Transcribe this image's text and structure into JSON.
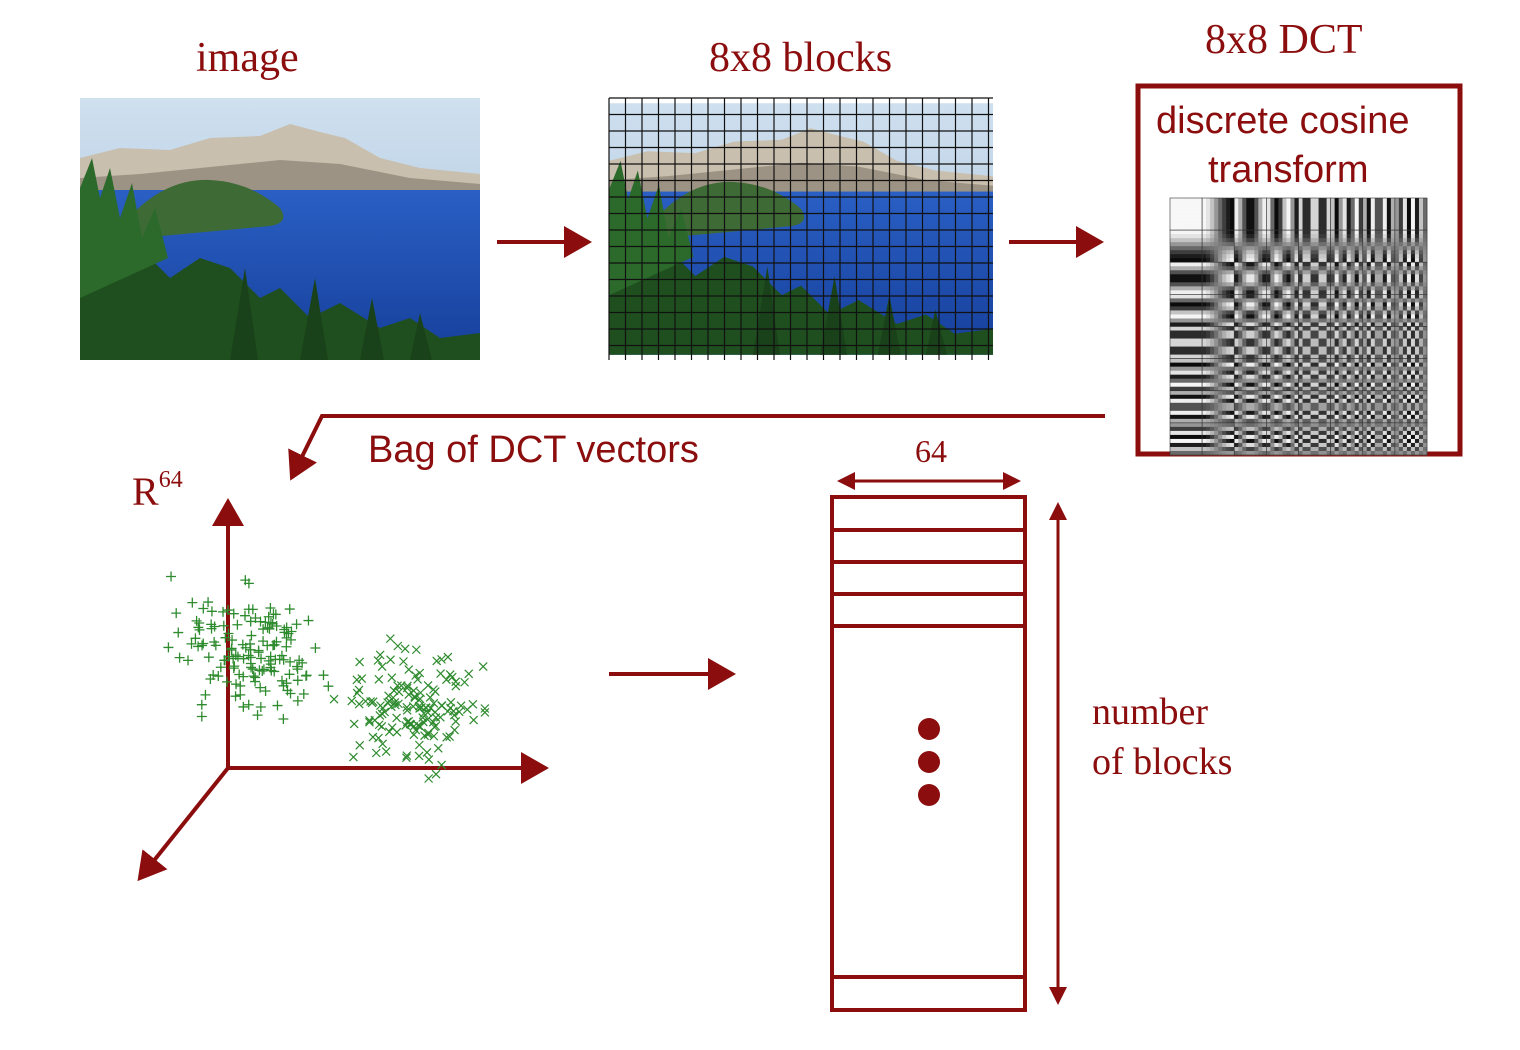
{
  "titles": {
    "image": "image",
    "blocks": "8x8 blocks",
    "dct": "8x8 DCT"
  },
  "dct_box": {
    "line1": "discrete cosine",
    "line2": "transform"
  },
  "bag_label": "Bag of DCT vectors",
  "space_label": {
    "base": "R",
    "exponent": "64"
  },
  "matrix": {
    "width_label": "64",
    "height_label_line1": "number",
    "height_label_line2": "of blocks"
  },
  "colors": {
    "accent": "#8b0d0d",
    "points": "#2e8b2e",
    "sky": "#bcd3e6",
    "lake": "#1e4fb6",
    "forest": "#1f4f1f"
  },
  "icons": {
    "photo": "lake-landscape-photo",
    "dct_basis": "dct-basis-grid",
    "ellipsis": "vertical-ellipsis-dots"
  }
}
